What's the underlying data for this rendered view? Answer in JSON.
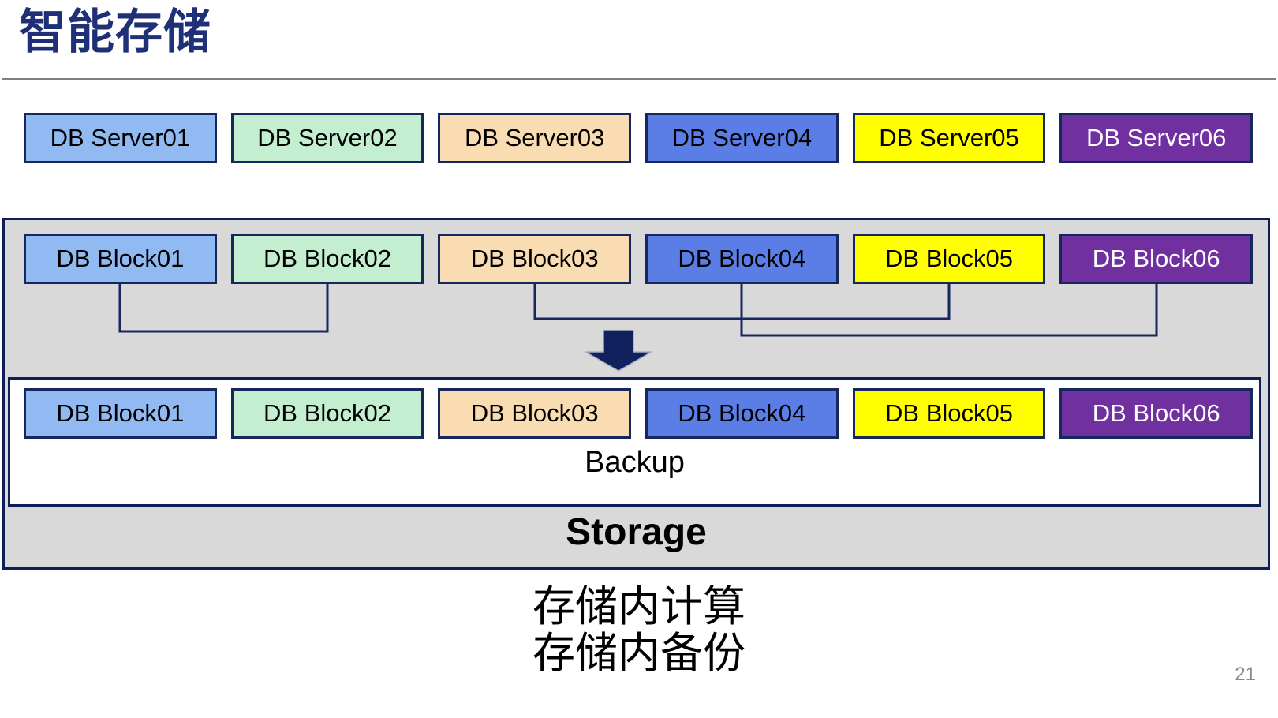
{
  "title": "智能存储",
  "page_number": "21",
  "caption": {
    "line1": "存储内计算",
    "line2": "存储内备份"
  },
  "storage": {
    "storage_label": "Storage",
    "backup_label": "Backup"
  },
  "colors": {
    "title": "#1F3076",
    "box_border": "#16275E",
    "container_border": "#0F1F55",
    "container_fill": "#D9D9D9",
    "backup_fill": "#FFFFFF",
    "title_rule": "#808080",
    "arrow": "#11215E",
    "page_number": "#898989"
  },
  "servers": [
    {
      "label": "DB Server01",
      "fill": "#92BAF2",
      "text": "#000000"
    },
    {
      "label": "DB Server02",
      "fill": "#C3EFD0",
      "text": "#000000"
    },
    {
      "label": "DB Server03",
      "fill": "#F9DCB1",
      "text": "#000000"
    },
    {
      "label": "DB Server04",
      "fill": "#5A7EE6",
      "text": "#000000"
    },
    {
      "label": "DB Server05",
      "fill": "#FFFF00",
      "text": "#000000"
    },
    {
      "label": "DB Server06",
      "fill": "#7030A0",
      "text": "#FFFFFF"
    }
  ],
  "blocks_top": [
    {
      "label": "DB Block01",
      "fill": "#92BAF2",
      "text": "#000000"
    },
    {
      "label": "DB Block02",
      "fill": "#C3EFD0",
      "text": "#000000"
    },
    {
      "label": "DB Block03",
      "fill": "#F9DCB1",
      "text": "#000000"
    },
    {
      "label": "DB Block04",
      "fill": "#5A7EE6",
      "text": "#000000"
    },
    {
      "label": "DB Block05",
      "fill": "#FFFF00",
      "text": "#000000"
    },
    {
      "label": "DB Block06",
      "fill": "#7030A0",
      "text": "#FFFFFF"
    }
  ],
  "blocks_bottom": [
    {
      "label": "DB Block01",
      "fill": "#92BAF2",
      "text": "#000000"
    },
    {
      "label": "DB Block02",
      "fill": "#C3EFD0",
      "text": "#000000"
    },
    {
      "label": "DB Block03",
      "fill": "#F9DCB1",
      "text": "#000000"
    },
    {
      "label": "DB Block04",
      "fill": "#5A7EE6",
      "text": "#000000"
    },
    {
      "label": "DB Block05",
      "fill": "#FFFF00",
      "text": "#000000"
    },
    {
      "label": "DB Block06",
      "fill": "#7030A0",
      "text": "#FFFFFF"
    }
  ],
  "connections": [
    {
      "from": "DB Block01",
      "to": "DB Block02"
    },
    {
      "from": "DB Block03",
      "to": "DB Block05"
    },
    {
      "from": "DB Block04",
      "to": "DB Block06"
    }
  ]
}
